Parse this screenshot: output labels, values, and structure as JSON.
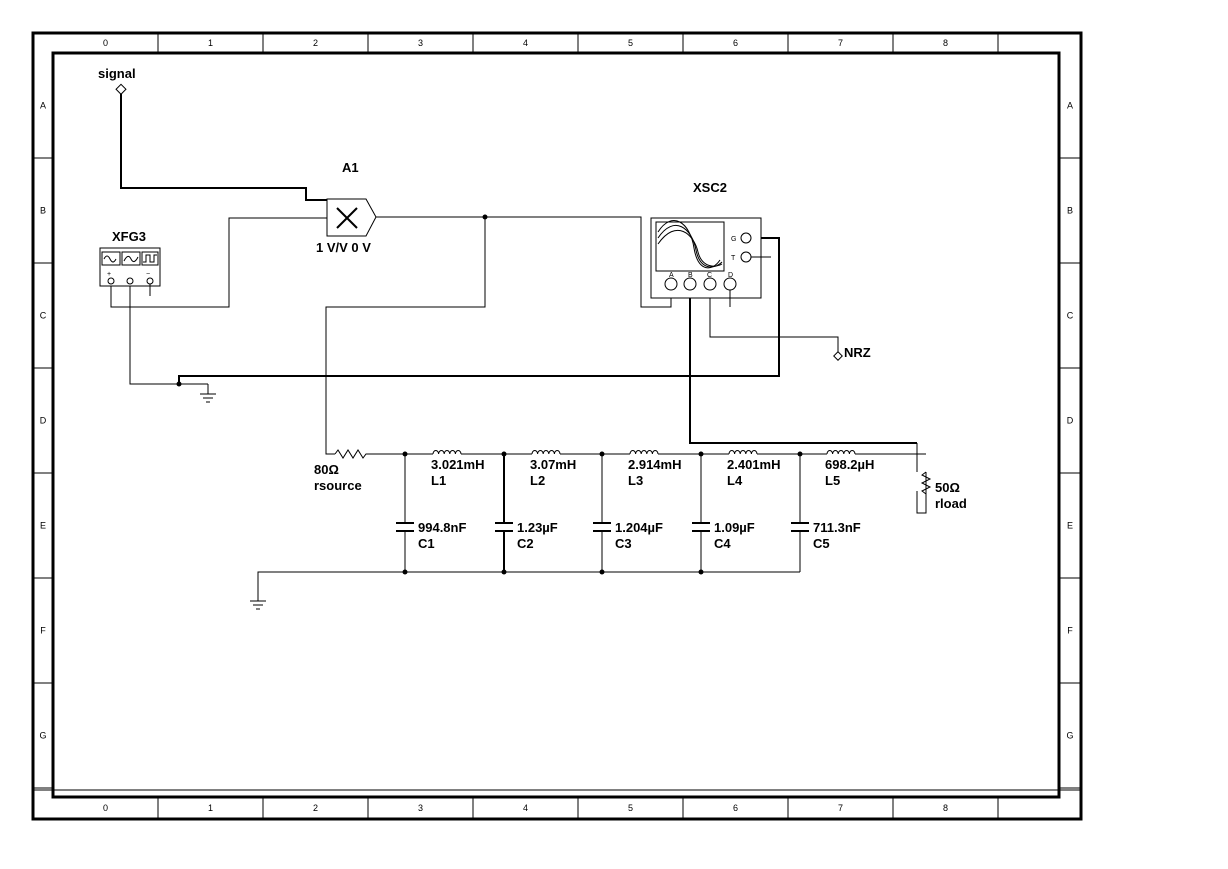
{
  "border": {
    "columns": [
      "0",
      "1",
      "2",
      "3",
      "4",
      "5",
      "6",
      "7",
      "8"
    ],
    "rows": [
      "A",
      "B",
      "C",
      "D",
      "E",
      "F",
      "G"
    ]
  },
  "labels": {
    "signal": "signal",
    "nrz": "NRZ",
    "multiplier_ref": "A1",
    "multiplier_value": "1 V/V 0 V",
    "function_generator": "XFG3",
    "oscilloscope": "XSC2",
    "scope_g": "G",
    "scope_t": "T",
    "scope_a": "A",
    "scope_b": "B",
    "scope_c": "C",
    "scope_d": "D",
    "fg_plus": "+",
    "fg_minus": "−",
    "rsource_value": "80Ω",
    "rsource_name": "rsource",
    "rload_value": "50Ω",
    "rload_name": "rload"
  },
  "inductors": [
    {
      "value": "3.021mH",
      "name": "L1"
    },
    {
      "value": "3.07mH",
      "name": "L2"
    },
    {
      "value": "2.914mH",
      "name": "L3"
    },
    {
      "value": "2.401mH",
      "name": "L4"
    },
    {
      "value": "698.2µH",
      "name": "L5"
    }
  ],
  "capacitors": [
    {
      "value": "994.8nF",
      "name": "C1"
    },
    {
      "value": "1.23µF",
      "name": "C2"
    },
    {
      "value": "1.204µF",
      "name": "C3"
    },
    {
      "value": "1.09µF",
      "name": "C4"
    },
    {
      "value": "711.3nF",
      "name": "C5"
    }
  ]
}
